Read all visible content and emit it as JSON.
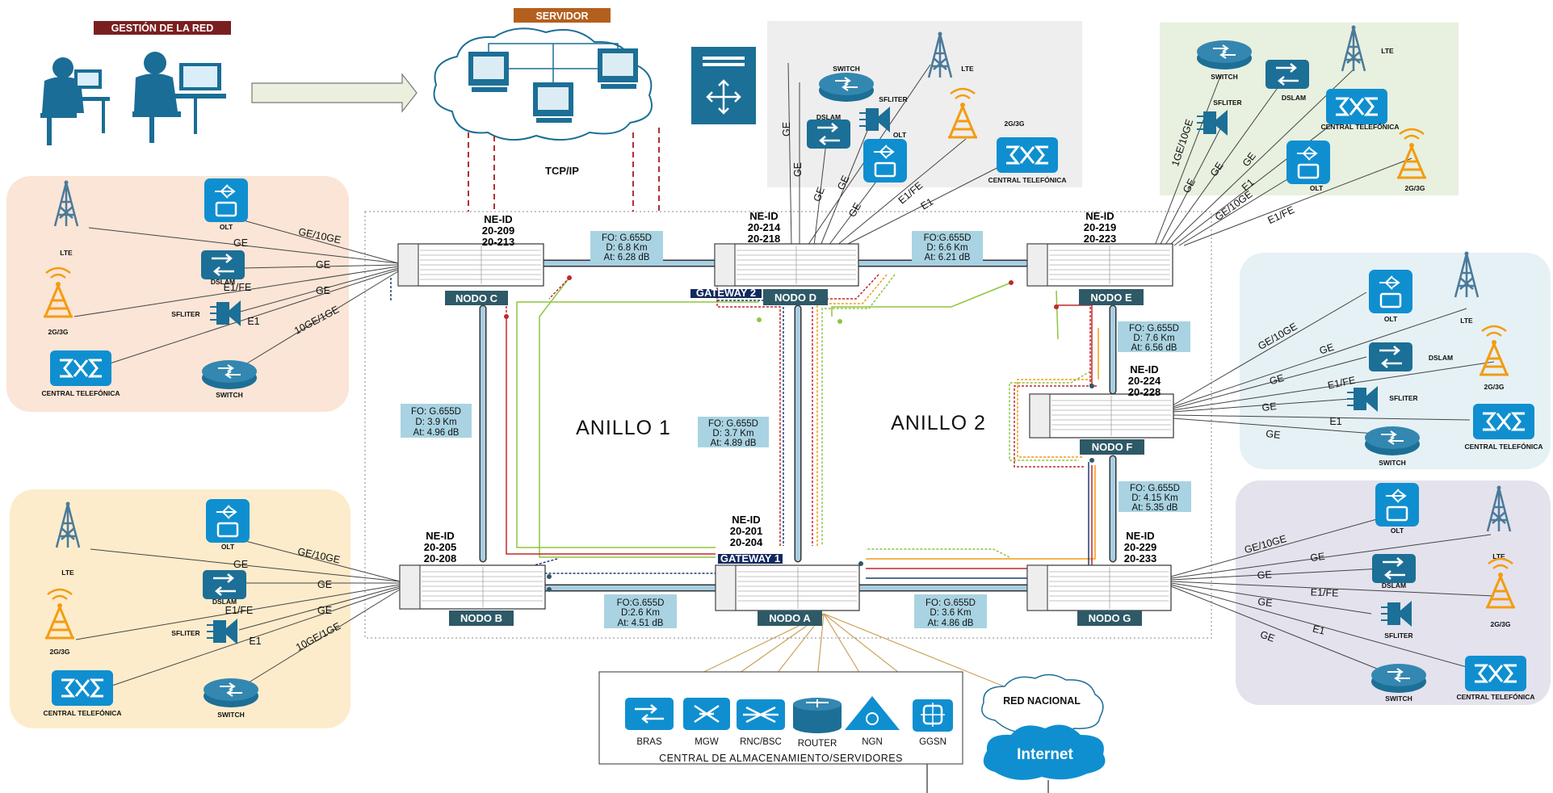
{
  "header": {
    "network_management": "GESTIÓN DE LA RED",
    "server": "SERVIDOR",
    "protocol": "TCP/IP"
  },
  "rings": {
    "ring1": "ANILLO 1",
    "ring2": "ANILLO 2"
  },
  "nodes": {
    "c": {
      "label": "NODO C",
      "ne_id": "NE-ID",
      "range_start": "20-209",
      "range_end": "20-213"
    },
    "d": {
      "label": "NODO D",
      "ne_id": "NE-ID",
      "range_start": "20-214",
      "range_end": "20-218",
      "gateway": "GATEWAY 2"
    },
    "e": {
      "label": "NODO E",
      "ne_id": "NE-ID",
      "range_start": "20-219",
      "range_end": "20-223"
    },
    "f": {
      "label": "NODO F",
      "ne_id": "NE-ID",
      "range_start": "20-224",
      "range_end": "20-228"
    },
    "g": {
      "label": "NODO G",
      "ne_id": "NE-ID",
      "range_start": "20-229",
      "range_end": "20-233"
    },
    "b": {
      "label": "NODO B",
      "ne_id": "NE-ID",
      "range_start": "20-205",
      "range_end": "20-208"
    },
    "a": {
      "label": "NODO A",
      "ne_id": "NE-ID",
      "range_start": "20-201",
      "range_end": "20-204",
      "gateway": "GATEWAY 1"
    }
  },
  "fiber_links": {
    "c_d": {
      "fo": "FO: G.655D",
      "d": "D: 6.8 Km",
      "at": "At: 6.28 dB"
    },
    "d_e": {
      "fo": "FO:G.655D",
      "d": "D: 6.6 Km",
      "at": "At: 6.21 dB"
    },
    "e_f": {
      "fo": "FO: G.655D",
      "d": "D: 7.6 Km",
      "at": "At: 6.56 dB"
    },
    "f_g": {
      "fo": "FO: G.655D",
      "d": "D: 4.15 Km",
      "at": "At: 5.35 dB"
    },
    "c_b": {
      "fo": "FO: G.655D",
      "d": "D: 3.9 Km",
      "at": "At: 4.96 dB"
    },
    "d_a": {
      "fo": "FO: G.655D",
      "d": "D: 3.7 Km",
      "at": "At: 4.89 dB"
    },
    "b_a": {
      "fo": "FO:G.655D",
      "d": "D:2.6 Km",
      "at": "At: 4.51 dB"
    },
    "a_g": {
      "fo": "FO: G.655D",
      "d": "D: 3.6 Km",
      "at": "At: 4.86 dB"
    }
  },
  "devices": {
    "lte": "LTE",
    "olt": "OLT",
    "dslam": "DSLAM",
    "g23": "2G/3G",
    "sfliter": "SFLITER",
    "central": "CENTRAL TELEFÓNICA",
    "switch": "SWITCH"
  },
  "link_labels": {
    "ge": "GE",
    "ge10": "GE/10GE",
    "e1fe": "E1/FE",
    "e1": "E1",
    "ge10_rev": "10GE/1GE",
    "ge1_10": "1GE/10GE"
  },
  "datacenter": {
    "title": "CENTRAL DE  ALMACENAMIENTO/SERVIDORES",
    "items": [
      "BRAS",
      "MGW",
      "RNC/BSC",
      "ROUTER",
      "NGN",
      "GGSN"
    ]
  },
  "external": {
    "national": "RED NACIONAL",
    "internet": "Internet"
  },
  "colors": {
    "node_label_bg": "#2e5967",
    "gateway_bg": "#12295e",
    "fo_bg": "#a9d3e2",
    "icon_blue": "#0f8fd0",
    "icon_dark": "#1c6f96",
    "lte_tower": "#4a7a9a",
    "orange": "#f39c12",
    "zone_peach": "#fbe5d6",
    "zone_yellow": "#fdeccb",
    "zone_gray": "#eeeeee",
    "zone_green": "#e8f0df",
    "zone_lightblue": "#e6f1f5",
    "zone_lavender": "#e4e2ec",
    "header_red": "#7a1f1f",
    "header_orange": "#b45f1e"
  }
}
